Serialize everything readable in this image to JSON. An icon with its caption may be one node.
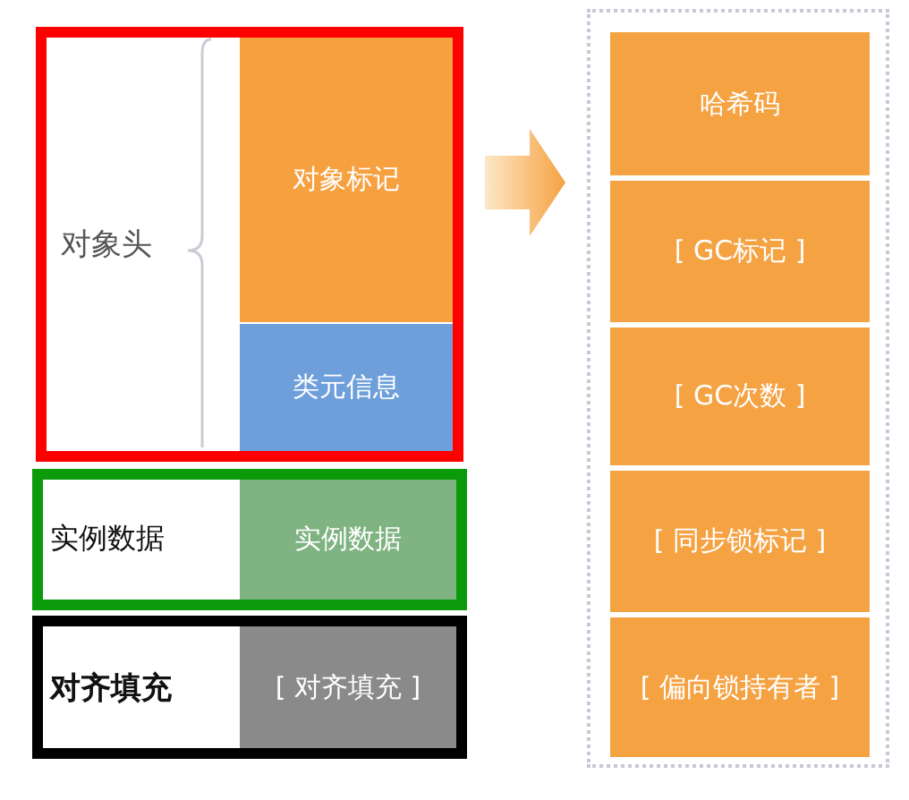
{
  "diagram": {
    "nodes": [
      {
        "text": [
          "对象头"
        ]
      },
      {
        "text": [
          "对象标记"
        ],
        "in": 0
      },
      {
        "text": [
          "类元信息"
        ],
        "in": 0
      },
      {
        "text": [
          "实例数据"
        ]
      },
      {
        "text": [
          "实例数据"
        ],
        "in": 3
      },
      {
        "text": [
          "对齐填充"
        ]
      },
      {
        "text": [
          "[ 对齐填充 ]"
        ],
        "in": 5
      },
      {
        "text": [],
        "shape": "box"
      },
      {
        "text": [
          "哈希码"
        ],
        "in": 7
      },
      {
        "text": [
          "[ GC标记 ]"
        ],
        "in": 7
      },
      {
        "text": [
          "[ GC次数 ]"
        ],
        "in": 7
      },
      {
        "text": [
          "[ 同步锁标记 ]"
        ],
        "in": 7
      },
      {
        "text": [
          "[ 偏向锁持有者 ]"
        ],
        "in": 7
      }
    ],
    "edges": [
      {
        "from": 0,
        "to": 7,
        "arrow": "to",
        "style": "thick",
        "color": "#f5a242"
      }
    ]
  }
}
